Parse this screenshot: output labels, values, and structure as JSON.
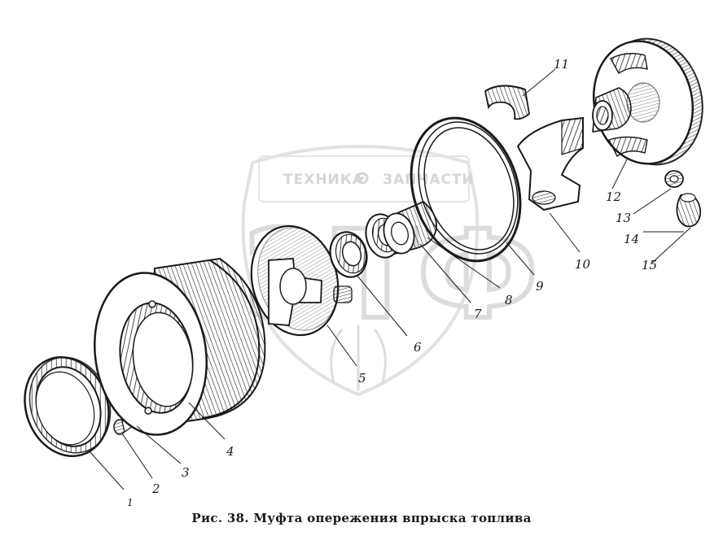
{
  "figure": {
    "caption": "Рис. 38. Муфта опережения впрыска топлива"
  },
  "watermark": {
    "line1_left": "ТЕХНИКА",
    "line1_right": "ЗАПЧАСТИ",
    "gear_icon": "gear-icon",
    "logo_letters": "ЭТФ"
  },
  "callouts": [
    {
      "id": "1",
      "label": "1"
    },
    {
      "id": "2",
      "label": "2"
    },
    {
      "id": "3",
      "label": "3"
    },
    {
      "id": "4",
      "label": "4"
    },
    {
      "id": "5",
      "label": "5"
    },
    {
      "id": "6",
      "label": "6"
    },
    {
      "id": "7",
      "label": "7"
    },
    {
      "id": "8",
      "label": "8"
    },
    {
      "id": "9",
      "label": "9"
    },
    {
      "id": "10",
      "label": "10"
    },
    {
      "id": "11",
      "label": "11"
    },
    {
      "id": "12",
      "label": "12"
    },
    {
      "id": "13",
      "label": "13"
    },
    {
      "id": "14",
      "label": "14"
    },
    {
      "id": "15",
      "label": "15"
    }
  ]
}
